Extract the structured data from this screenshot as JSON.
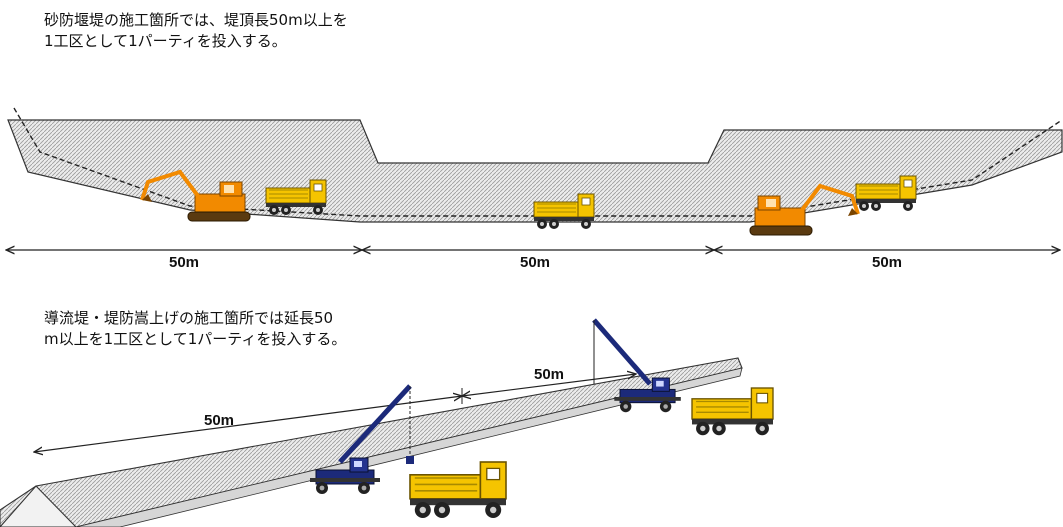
{
  "top_caption": {
    "line1": "砂防堰堤の施工箇所では、堤頂長50m以上を",
    "line2": "1工区として1パーティを投入する。"
  },
  "bottom_caption": {
    "line1": "導流堤・堤防嵩上げの施工箇所では延長50",
    "line2": "m以上を1工区として1パーティを投入する。"
  },
  "top_dimensions": [
    "50m",
    "50m",
    "50m"
  ],
  "bottom_dimensions": [
    "50m",
    "50m"
  ],
  "colors": {
    "excavator": "#f28a00",
    "truck_body": "#f5c400",
    "crane_cab": "#1c2a7a",
    "hatch": "#c8c8c8"
  }
}
